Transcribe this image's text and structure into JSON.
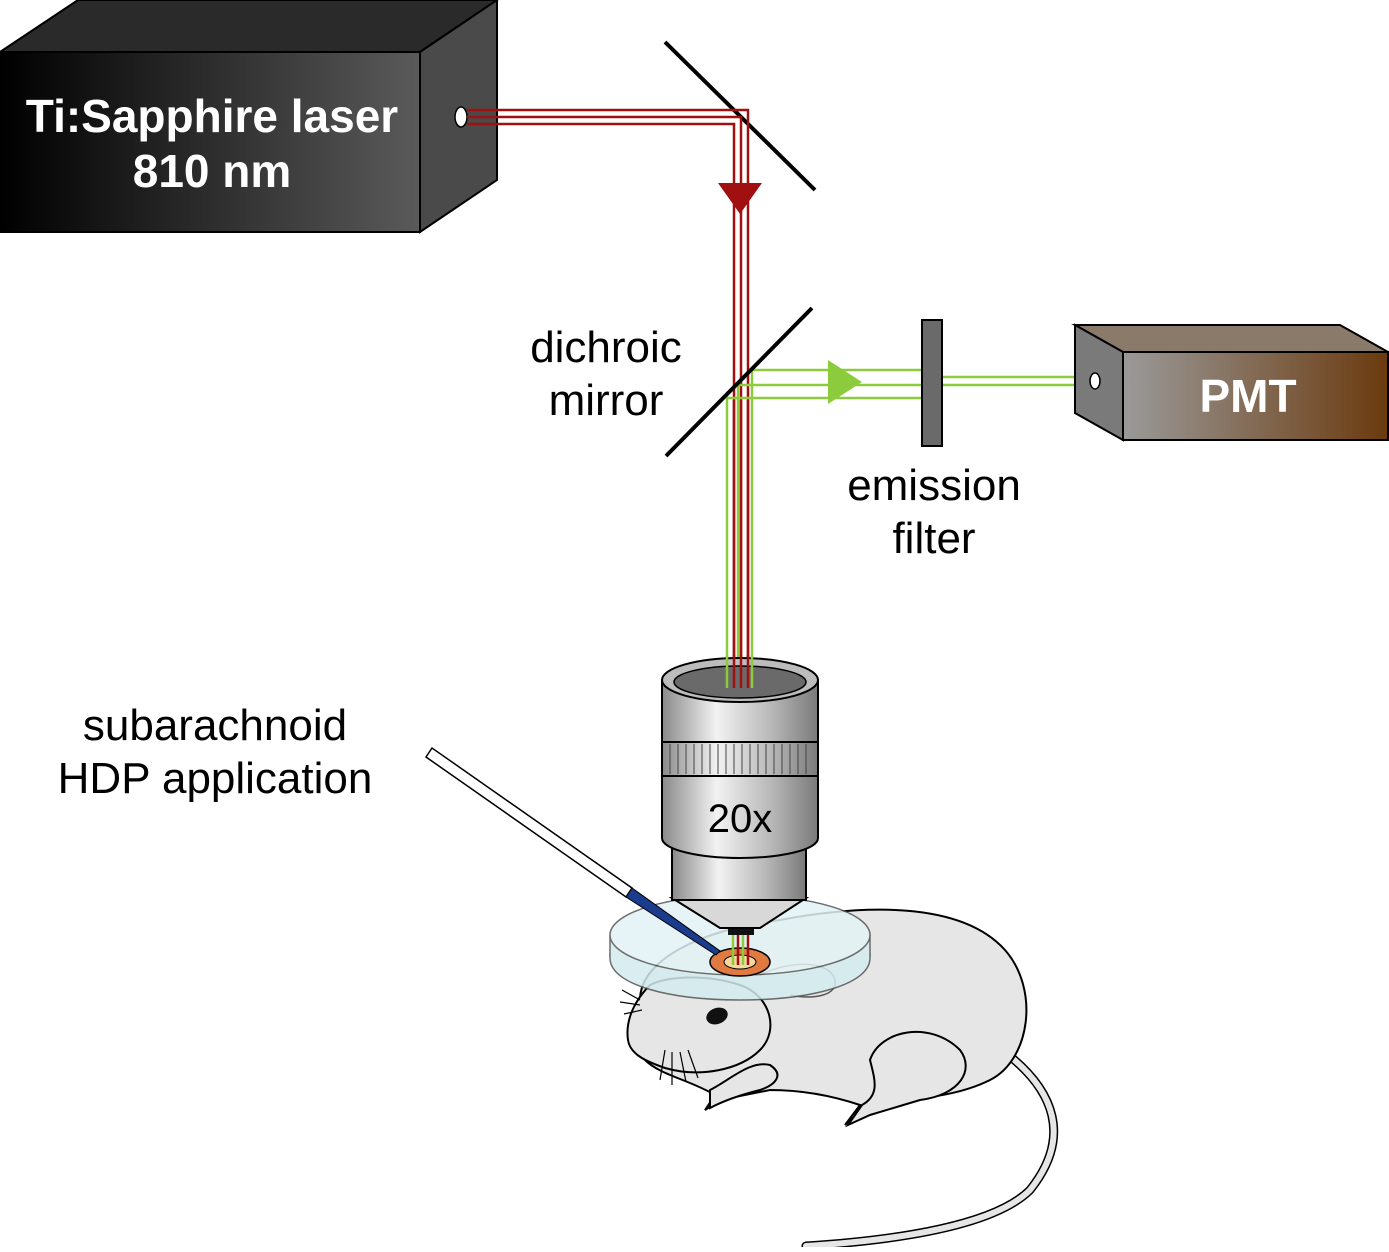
{
  "laser": {
    "line1": "Ti:Sapphire laser",
    "line2": "810 nm"
  },
  "pmt": {
    "label": "PMT"
  },
  "dichroic": {
    "line1": "dichroic",
    "line2": "mirror"
  },
  "emission_filter": {
    "line1": "emission",
    "line2": "filter"
  },
  "objective": {
    "label": "20x"
  },
  "application": {
    "line1": "subarachnoid",
    "line2": "HDP application"
  },
  "colors": {
    "excitation_beam": "#a01010",
    "emission_beam": "#8ccc3c",
    "laser_dark": "#000000",
    "laser_light": "#5a5a5a",
    "pmt_start": "#9a9a9a",
    "pmt_end": "#6b3a0e",
    "pipette_tip": "#1b3c8c",
    "cranial_window": "#e07a40"
  }
}
